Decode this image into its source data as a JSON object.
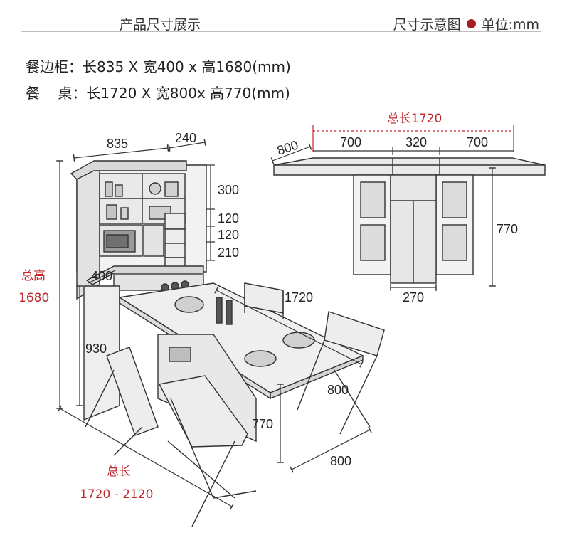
{
  "header": {
    "title": "产品尺寸展示",
    "diagram_label": "尺寸示意图",
    "unit_label": "单位:mm",
    "accent_color": "#a61e22"
  },
  "specs": {
    "sideboard": "餐边柜：长835 X 宽400 x 高1680(mm)",
    "table": "餐    桌：长1720 X 宽800x 高770(mm)"
  },
  "cabinet_dims": {
    "width": "835",
    "upper_depth": "240",
    "total_height_label": "总高",
    "total_height": "1680",
    "depth": "400",
    "lower_height": "930",
    "section1": "300",
    "section2": "120",
    "section3": "120",
    "section4": "210"
  },
  "folding_table": {
    "total_length_label": "总长1720",
    "depth": "800",
    "leaf_left": "700",
    "center": "320",
    "leaf_right": "700",
    "height": "770",
    "base_width": "270"
  },
  "assembled": {
    "table_length": "1720",
    "table_depth": "800",
    "table_height": "770",
    "table_width": "800",
    "total_length_label": "总长",
    "total_length_range": "1720 - 2120"
  }
}
